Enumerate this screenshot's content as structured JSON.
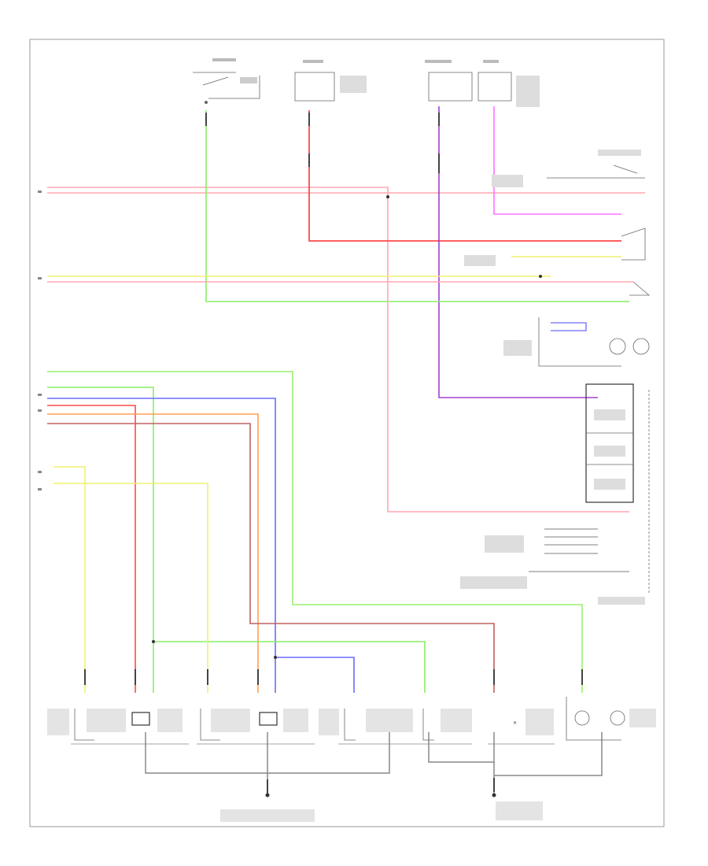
{
  "diagram": {
    "footer_code": "",
    "sheet_mark": "",
    "top_sources": [
      {
        "id": "src1",
        "text": ""
      },
      {
        "id": "src2",
        "text": ""
      },
      {
        "id": "src3",
        "text": ""
      },
      {
        "id": "src4",
        "text": ""
      }
    ],
    "bottom_components": [
      {
        "id": "lf-turn",
        "text": ""
      },
      {
        "id": "lf-corner",
        "text": ""
      },
      {
        "id": "rf-corner",
        "text": ""
      },
      {
        "id": "rf-turn",
        "text": ""
      },
      {
        "id": "side-marker-r",
        "text": ""
      },
      {
        "id": "side-marker-l",
        "text": ""
      },
      {
        "id": "ground-junction",
        "text": ""
      },
      {
        "id": "combo-switch",
        "text": ""
      },
      {
        "id": "cluster",
        "text": ""
      }
    ],
    "right_side": [
      {
        "id": "hazard-switch",
        "text": ""
      },
      {
        "id": "brake-switch",
        "text": ""
      },
      {
        "id": "backup-switch",
        "text": ""
      },
      {
        "id": "turn-module",
        "text": ""
      },
      {
        "id": "combo-switch-box",
        "text": ""
      },
      {
        "id": "dimmer",
        "text": ""
      }
    ],
    "wire_colors": {
      "red": "#ff5a5a",
      "pink": "#ffb0b8",
      "green": "#66ee44",
      "lightgreen": "#99f070",
      "yellow": "#f4f070",
      "blue": "#6a6aff",
      "orange": "#ffa050",
      "purple": "#a040d0",
      "magenta": "#ff70ff",
      "brown": "#c07070",
      "gray": "#888888"
    }
  }
}
